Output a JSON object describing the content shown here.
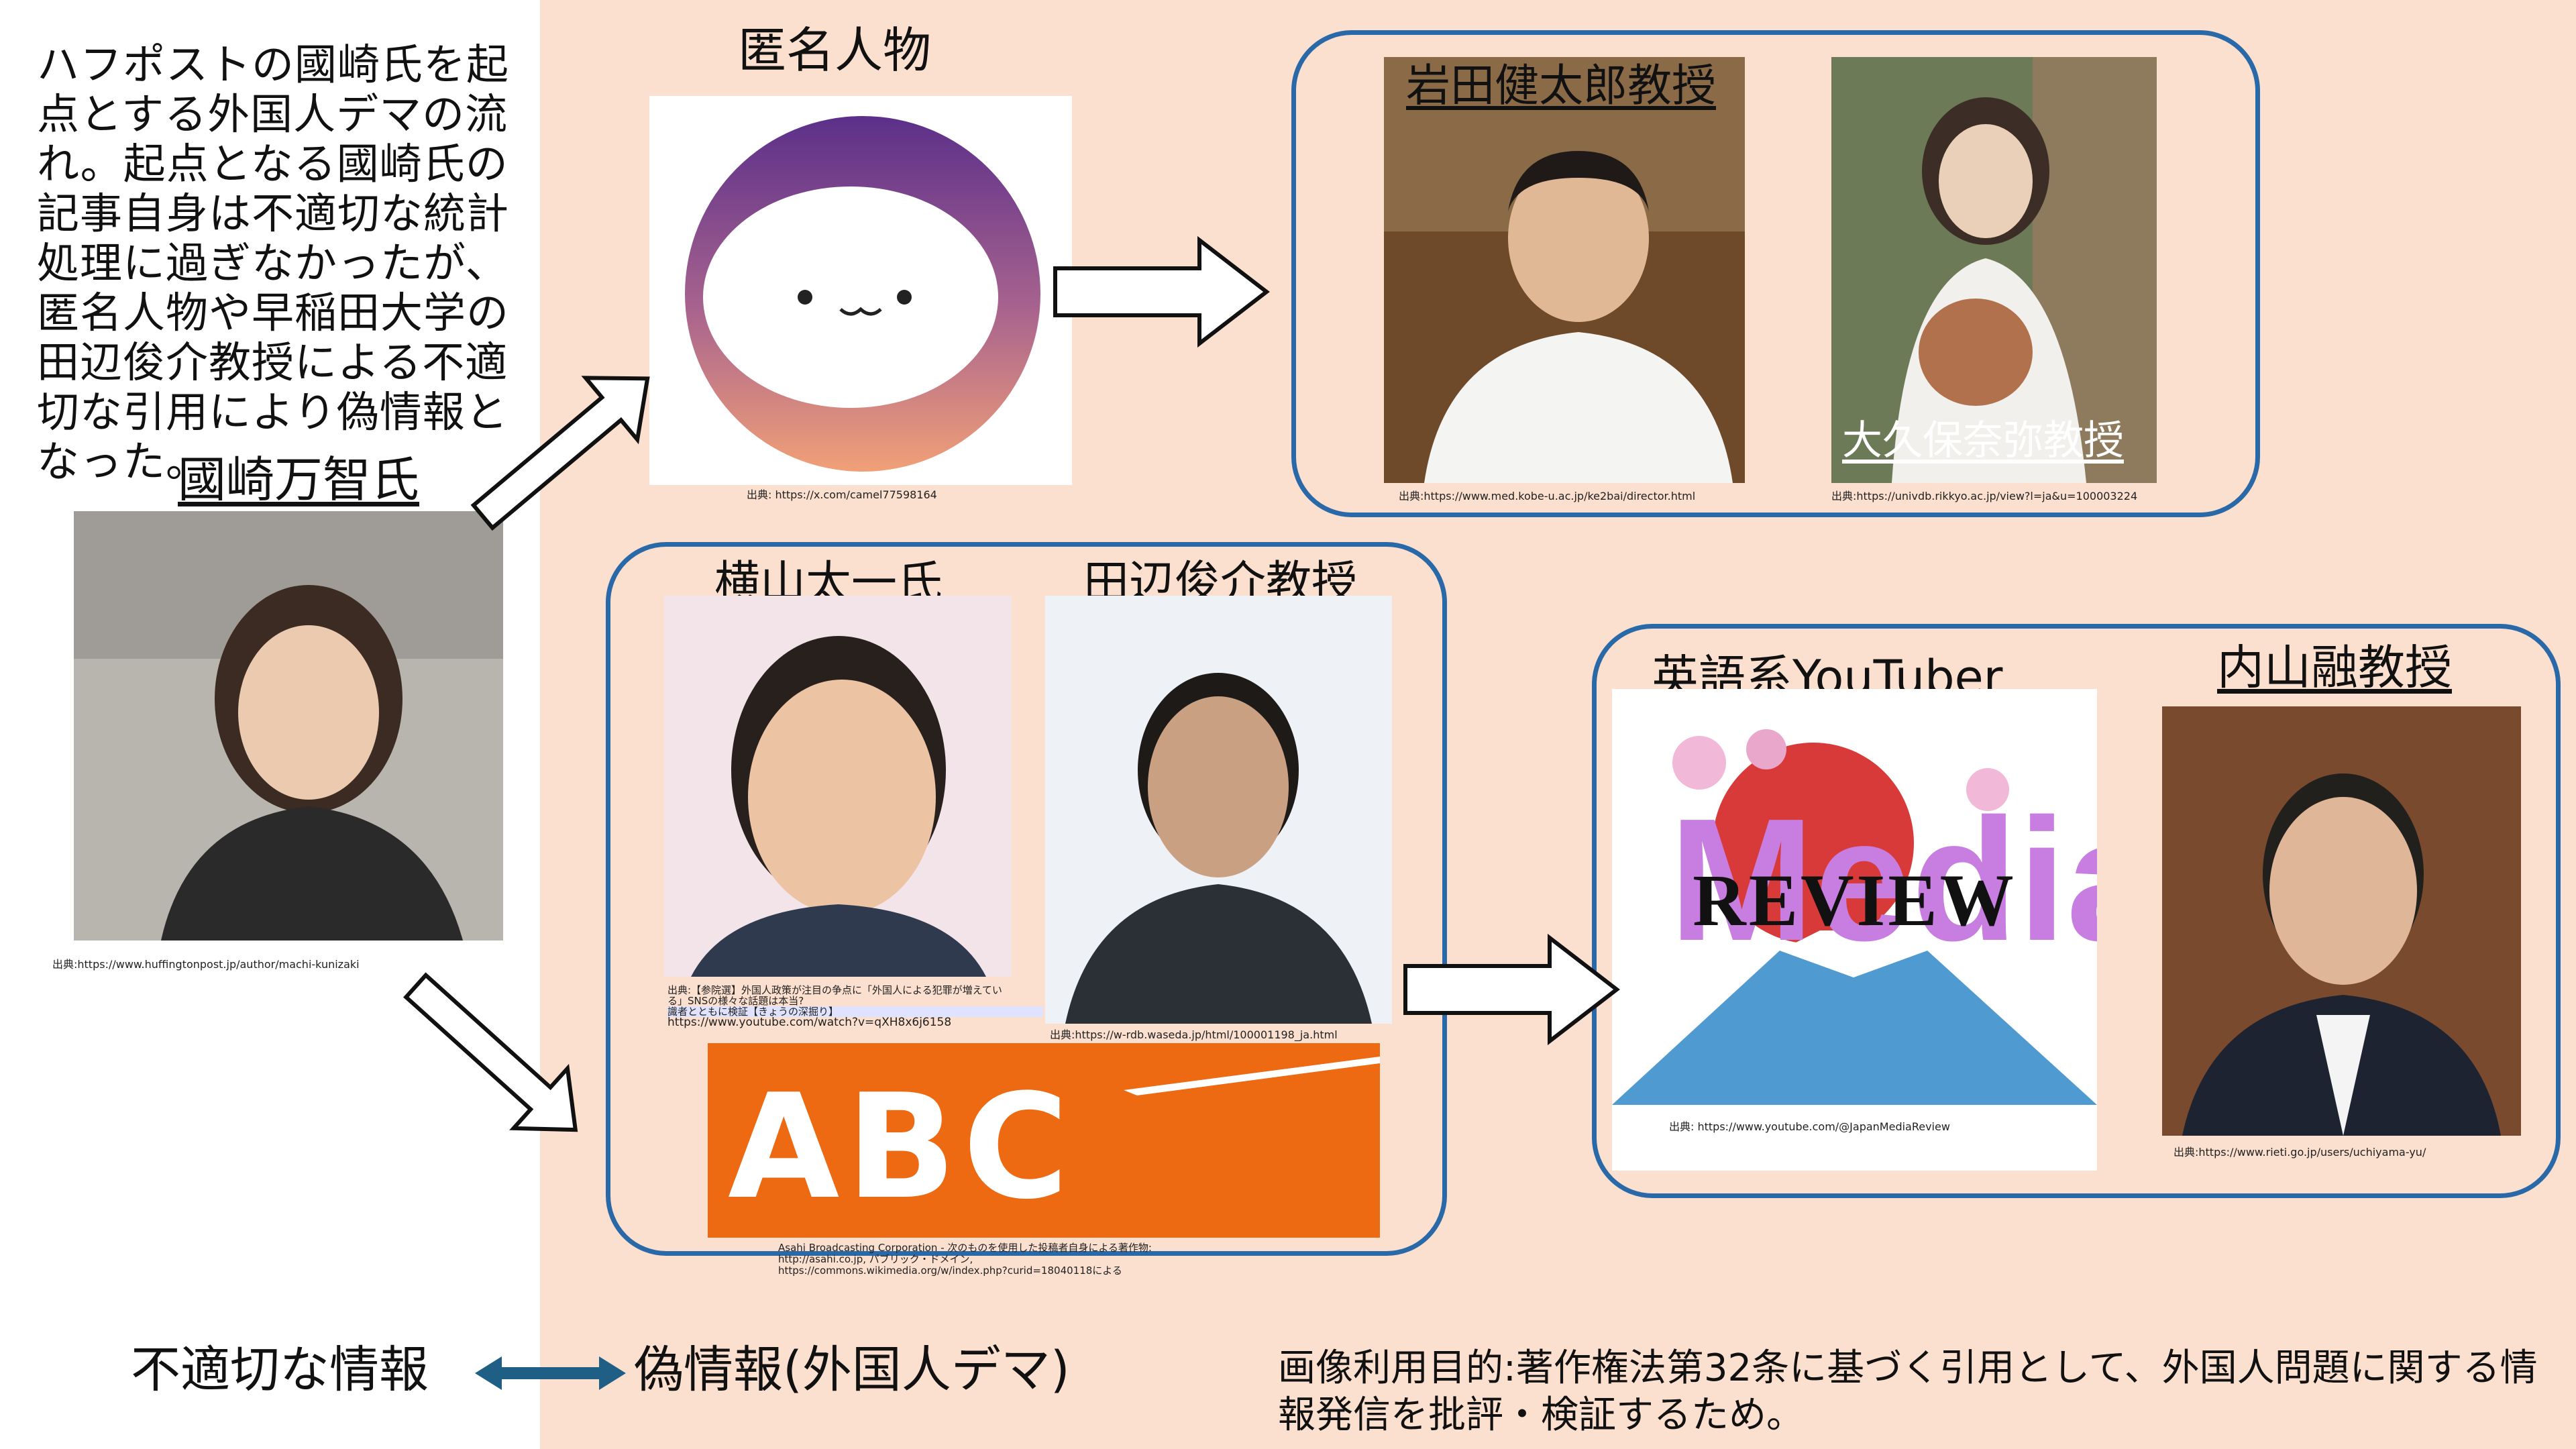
{
  "intro_text": "ハフポストの國崎氏を起点とする外国人デマの流れ。起点となる國崎氏の記事自身は不適切な統計処理に過ぎなかったが、匿名人物や早稲田大学の田辺俊介教授による不適切な引用により偽情報となった。",
  "nodes": {
    "kunizaki": {
      "name": "國崎万智氏",
      "source": "出典:https://www.huffingtonpost.jp/author/machi-kunizaki"
    },
    "anonymous": {
      "name": "匿名人物",
      "source": "出典: https://x.com/camel77598164"
    },
    "iwata": {
      "name": "岩田健太郎教授",
      "source": "出典:https://www.med.kobe-u.ac.jp/ke2bai/director.html"
    },
    "okubo": {
      "name": "大久保奈弥教授",
      "source": "出典:https://univdb.rikkyo.ac.jp/view?l=ja&u=100003224"
    },
    "yokoyama": {
      "name": "横山太一氏",
      "source_lines": [
        "出典:【参院選】外国人政策が注目の争点に「外国人による犯罪が増えてい",
        "る」SNSの様々な話題は本当?",
        "識者とともに検証【きょうの深掘り】",
        "https://www.youtube.com/watch?v=qXH8x6j6158"
      ]
    },
    "tanabe": {
      "name": "田辺俊介教授",
      "source": "出典:https://w-rdb.waseda.jp/html/100001198_ja.html"
    },
    "abc": {
      "logo_text": "ABC",
      "source_lines": [
        "Asahi Broadcasting Corporation - 次のものを使用した投稿者自身による著作物:",
        "http://asahi.co.jp, パブリック・ドメイン,",
        "https://commons.wikimedia.org/w/index.php?curid=18040118による"
      ]
    },
    "youtuber": {
      "name": "英語系YouTuber",
      "logo_word_1": "Media",
      "logo_word_2": "REVIEW",
      "source": "出典: https://www.youtube.com/@JapanMediaReview"
    },
    "uchiyama": {
      "name": "内山融教授",
      "source": "出典:https://www.rieti.go.jp/users/uchiyama-yu/"
    }
  },
  "legend": {
    "left_label": "不適切な情報",
    "right_label": "偽情報(外国人デマ)"
  },
  "purpose_text": "画像利用目的:著作権法第32条に基づく引用として、外国人問題に関する情報発信を批評・検証するため。",
  "colors": {
    "background_right": "#fbdfcf",
    "box_border": "#2a69a8",
    "legend_arrow": "#1f5f86",
    "abc_orange": "#ee6a12"
  }
}
